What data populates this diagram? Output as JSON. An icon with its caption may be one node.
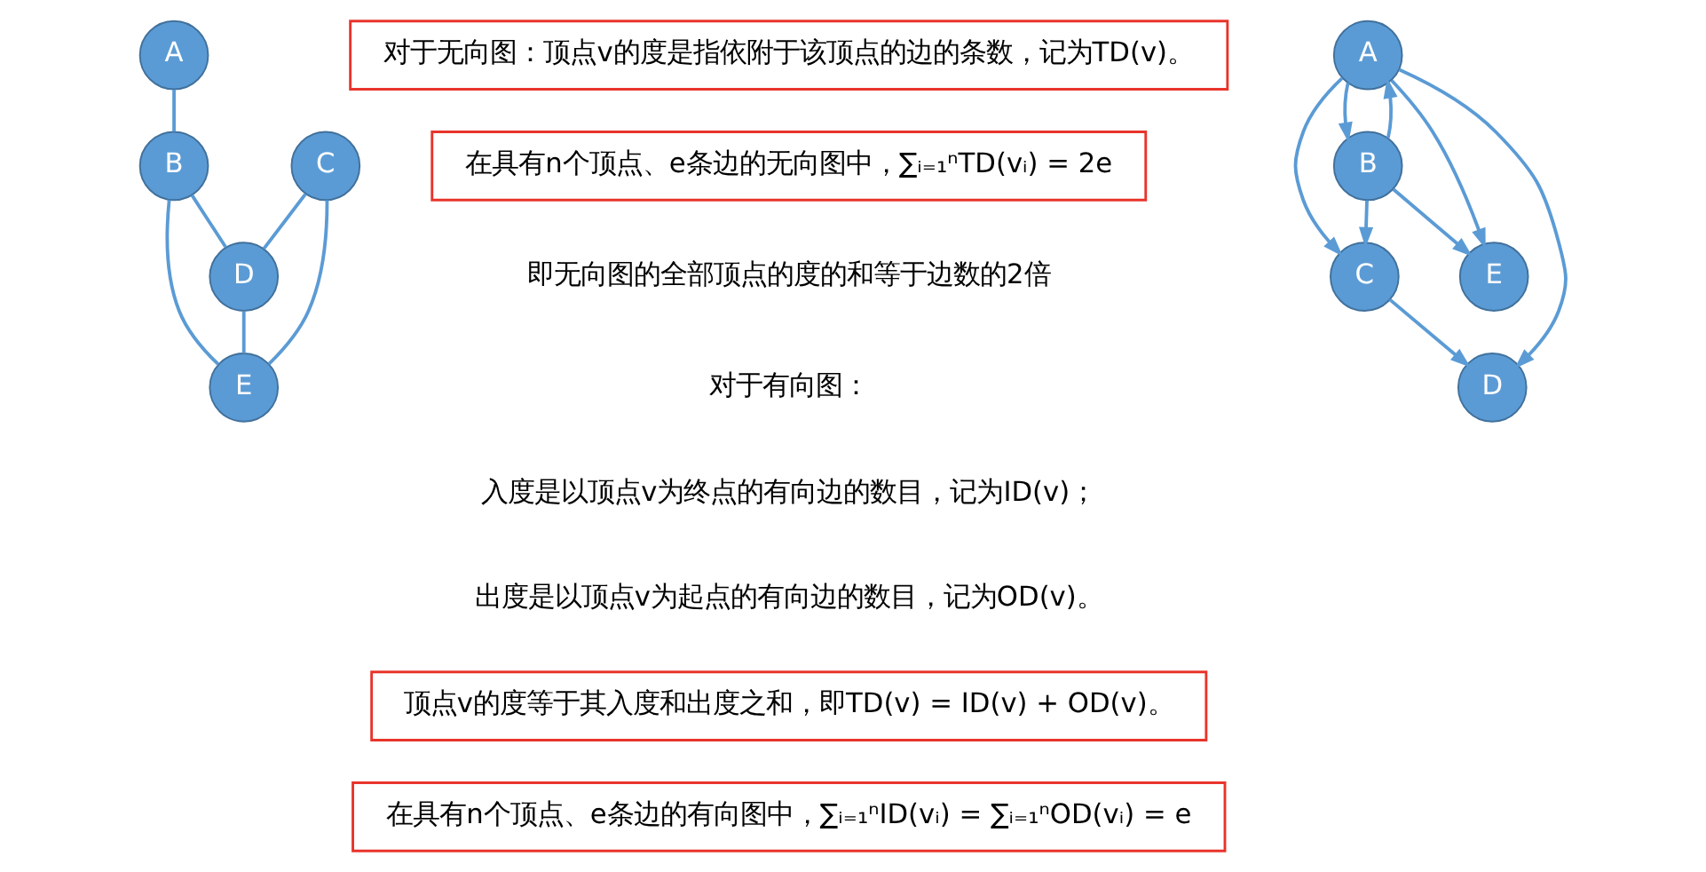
{
  "diagram": {
    "nodes": [
      {
        "text": [
          "A"
        ]
      },
      {
        "text": [
          "B"
        ]
      },
      {
        "text": [
          "C"
        ]
      },
      {
        "text": [
          "D"
        ]
      },
      {
        "text": [
          "E"
        ]
      },
      {
        "text": [
          "对于无向图：顶点v的度是指依附于该顶点的边的条数，记为TD(v)。"
        ]
      },
      {
        "text": [
          "在具有n个顶点、e条边的无向图中，∑ᵢ₌₁ⁿTD(vᵢ) = 2e"
        ]
      },
      {
        "text": [
          "顶点v的度等于其入度和出度之和，即TD(v) = ID(v) + OD(v)。"
        ]
      },
      {
        "text": [
          "在具有n个顶点、e条边的有向图中，∑ᵢ₌₁ⁿID(vᵢ) = ∑ᵢ₌₁ⁿOD(vᵢ) = e"
        ]
      },
      {
        "text": [
          "A"
        ]
      },
      {
        "text": [
          "B"
        ]
      },
      {
        "text": [
          "C"
        ]
      },
      {
        "text": [
          "D"
        ]
      },
      {
        "text": [
          "E"
        ]
      }
    ],
    "edges": [
      {
        "from": 0,
        "to": 1,
        "arrow": "none"
      },
      {
        "from": 1,
        "to": 3,
        "arrow": "none"
      },
      {
        "from": 1,
        "to": 4,
        "arrow": "none"
      },
      {
        "from": 2,
        "to": 3,
        "arrow": "none"
      },
      {
        "from": 2,
        "to": 4,
        "arrow": "none"
      },
      {
        "from": 3,
        "to": 4,
        "arrow": "none"
      },
      {
        "from": 9,
        "to": 10,
        "arrow": "to"
      },
      {
        "from": 10,
        "to": 9,
        "arrow": "to"
      },
      {
        "from": 9,
        "to": 12,
        "arrow": "to"
      },
      {
        "from": 9,
        "to": 11,
        "arrow": "to"
      },
      {
        "from": 9,
        "to": 13,
        "arrow": "to"
      },
      {
        "from": 10,
        "to": 11,
        "arrow": "to"
      },
      {
        "from": 10,
        "to": 13,
        "arrow": "to"
      },
      {
        "from": 11,
        "to": 12,
        "arrow": "to"
      }
    ],
    "labels": [
      "即无向图的全部顶点的度的和等于边数的2倍",
      "对于有向图：",
      "入度是以顶点v为终点的有向边的数目，记为ID(v)；",
      "出度是以顶点v为起点的有向边的数目，记为OD(v)。"
    ]
  }
}
